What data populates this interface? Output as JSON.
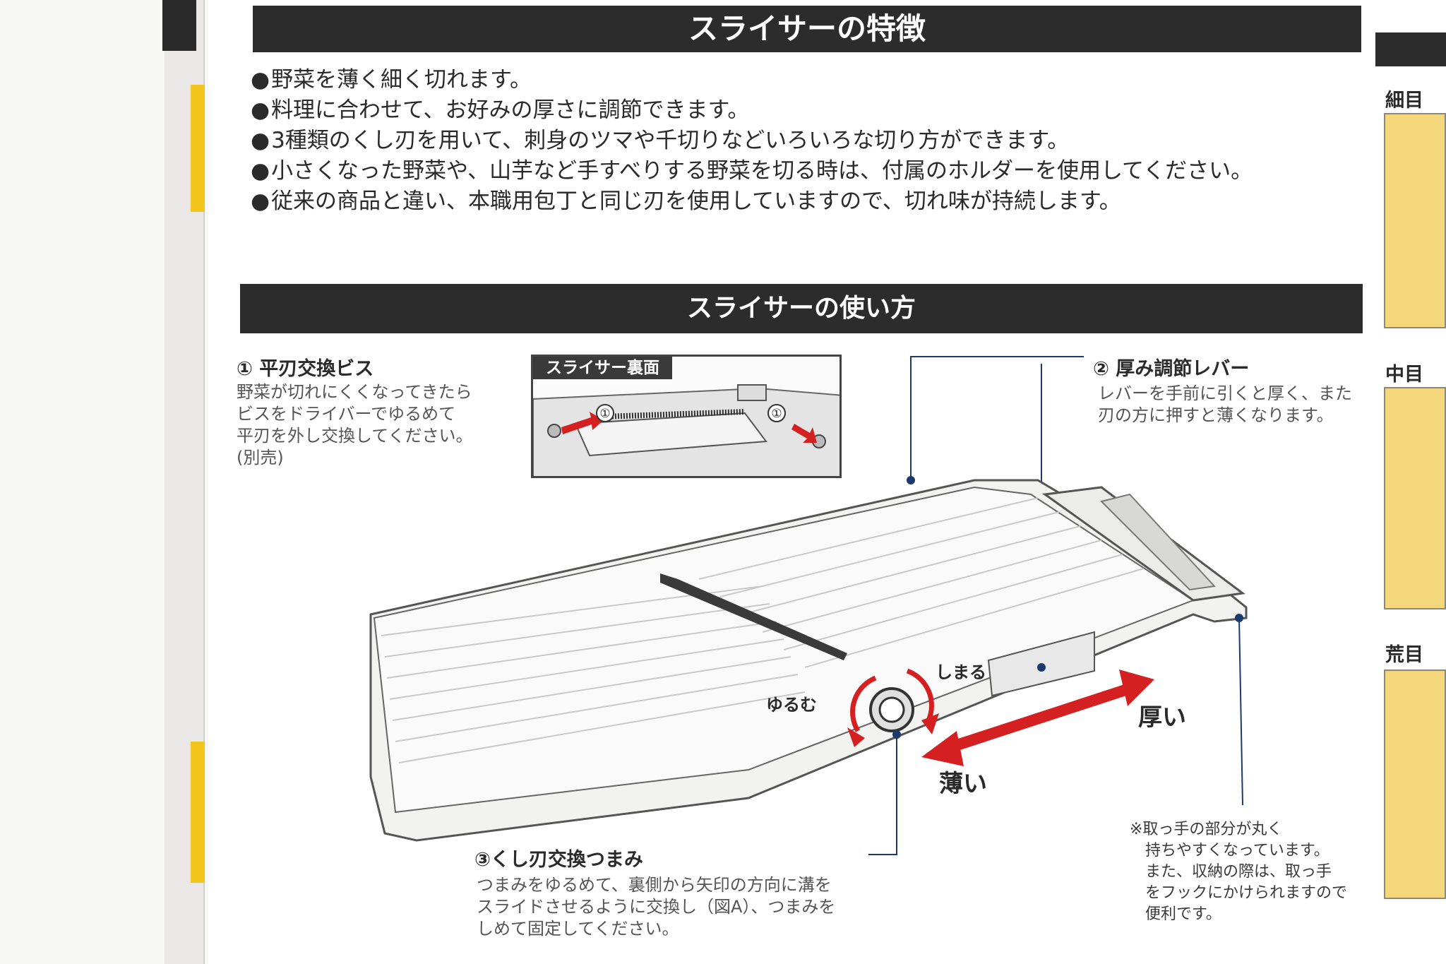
{
  "section1": {
    "title": "スライサーの特徴",
    "bullets": [
      "野菜を薄く細く切れます。",
      "料理に合わせて、お好みの厚さに調節できます。",
      "3種類のくし刃を用いて、刺身のツマや千切りなどいろいろな切り方ができます。",
      "小さくなった野菜や、山芋など手すべりする野菜を切る時は、付属のホルダーを使用してください。",
      "従来の商品と違い、本職用包丁と同じ刃を使用していますので、切れ味が持続します。"
    ]
  },
  "section2": {
    "title": "スライサーの使い方"
  },
  "label1": {
    "heading": "① 平刃交換ビス",
    "text": "野菜が切れにくくなってきたら\nビスをドライバーでゆるめて\n平刃を外し交換してください。\n(別売)"
  },
  "inset": {
    "title": "スライサー裏面",
    "marker": "①"
  },
  "label2": {
    "heading": "② 厚み調節レバー",
    "text": "レバーを手前に引くと厚く、また\n刃の方に押すと薄くなります。"
  },
  "label3": {
    "heading": "③くし刃交換つまみ",
    "text": "つまみをゆるめて、裏側から矢印の方向に溝を\nスライドさせるように交換し（図A）、つまみを\nしめて固定してください。"
  },
  "note": {
    "text": "※取っ手の部分が丸く\n　持ちやすくなっています。\n　また、収納の際は、取っ手\n　をフックにかけられますので\n　便利です。"
  },
  "diagram": {
    "loosen": "ゆるむ",
    "tighten": "しまる",
    "thick": "厚い",
    "thin": "薄い",
    "arrow_color": "#d42020"
  },
  "side": {
    "labels": [
      "細目",
      "中目",
      "荒目"
    ]
  }
}
